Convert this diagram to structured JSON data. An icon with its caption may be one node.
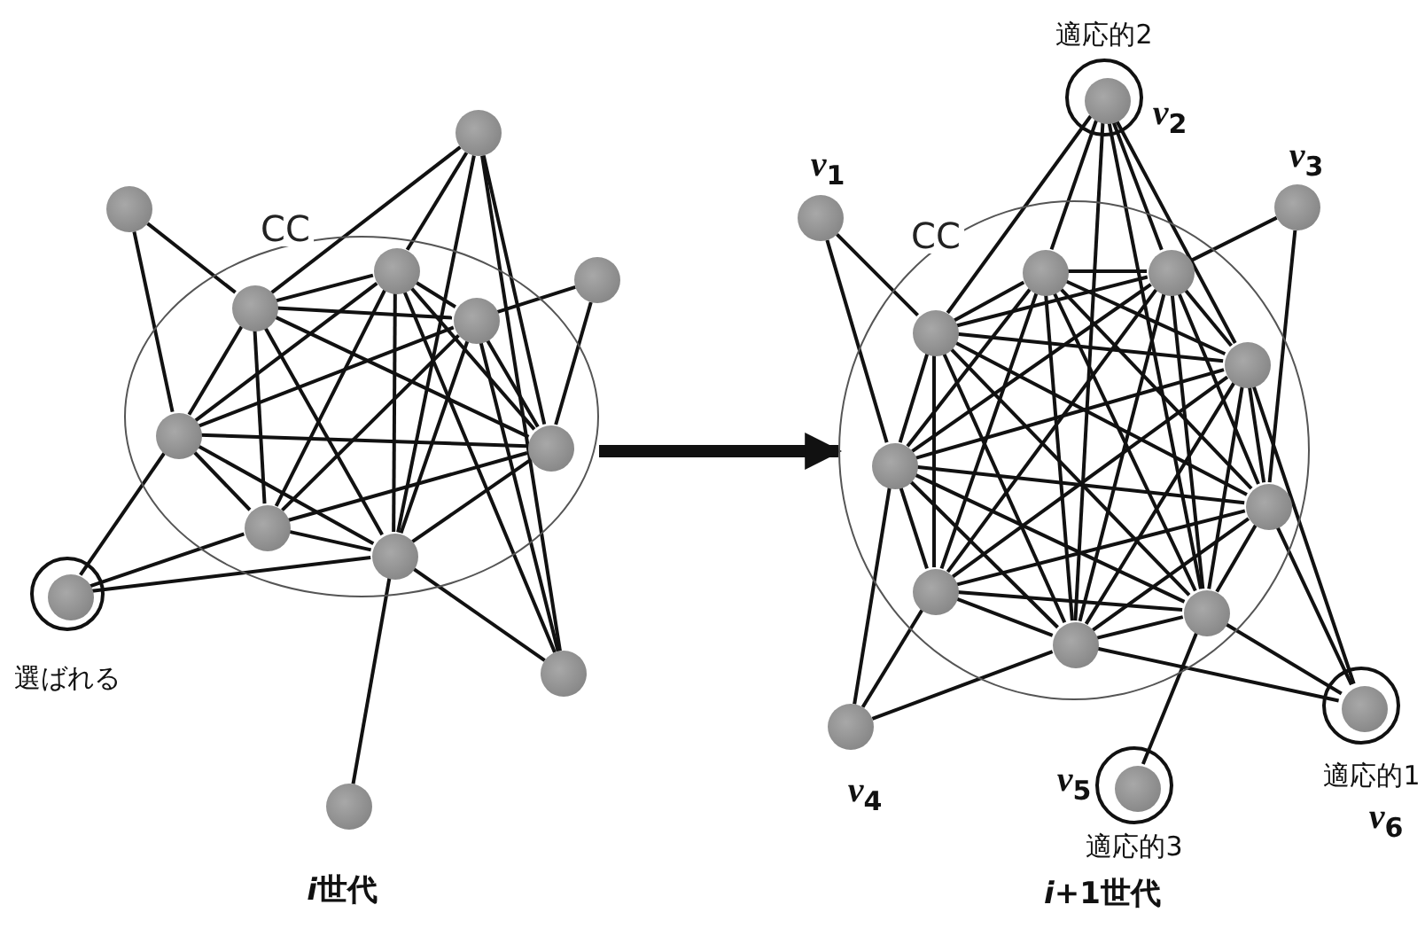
{
  "diagram": {
    "nodes": [
      {
        "text": [
          "CC"
        ]
      },
      {
        "text": [],
        "shape": "circle",
        "in": 0
      },
      {
        "text": [],
        "shape": "circle",
        "in": 0
      },
      {
        "text": [],
        "shape": "circle",
        "in": 0
      },
      {
        "text": [],
        "shape": "circle",
        "in": 0
      },
      {
        "text": [],
        "shape": "circle",
        "in": 0
      },
      {
        "text": [],
        "shape": "circle",
        "in": 0
      },
      {
        "text": [],
        "shape": "circle",
        "in": 0
      },
      {
        "text": [],
        "shape": "circle"
      },
      {
        "text": [],
        "shape": "circle"
      },
      {
        "text": [],
        "shape": "circle"
      },
      {
        "text": [],
        "shape": "circle",
        "beside": [
          "選ばれる"
        ]
      },
      {
        "text": [],
        "shape": "circle",
        "in": 11
      },
      {
        "text": [],
        "shape": "circle"
      },
      {
        "text": [],
        "shape": "circle"
      },
      {
        "text": [
          "CC"
        ]
      },
      {
        "text": [],
        "shape": "circle",
        "in": 15
      },
      {
        "text": [],
        "shape": "circle",
        "in": 15
      },
      {
        "text": [],
        "shape": "circle",
        "in": 15
      },
      {
        "text": [],
        "shape": "circle",
        "in": 15
      },
      {
        "text": [],
        "shape": "circle",
        "in": 15
      },
      {
        "text": [],
        "shape": "circle",
        "in": 15
      },
      {
        "text": [],
        "shape": "circle",
        "in": 15
      },
      {
        "text": [],
        "shape": "circle",
        "in": 15
      },
      {
        "text": [],
        "shape": "circle",
        "in": 15
      },
      {
        "text": [],
        "shape": "circle",
        "beside": [
          "v$_{1}$"
        ]
      },
      {
        "text": [],
        "shape": "circle",
        "beside": [
          "適応的2",
          "v$_{2}$"
        ]
      },
      {
        "text": [],
        "shape": "circle",
        "in": 26
      },
      {
        "text": [],
        "shape": "circle",
        "beside": [
          "v$_{3}$"
        ]
      },
      {
        "text": [],
        "shape": "circle",
        "beside": [
          "v$_{4}$"
        ]
      },
      {
        "text": [],
        "shape": "circle",
        "beside": [
          "v$_{5}$",
          "適応的3"
        ]
      },
      {
        "text": [],
        "shape": "circle",
        "in": 30
      },
      {
        "text": [],
        "shape": "circle",
        "beside": [
          "適応的1",
          "v$_{6}$"
        ]
      },
      {
        "text": [],
        "shape": "circle",
        "in": 32
      }
    ],
    "edges": [
      {
        "from": 0,
        "to": 15,
        "arrow": "to",
        "style": "thick"
      },
      {
        "from": 1,
        "to": 2,
        "arrow": "none"
      },
      {
        "from": 1,
        "to": 3,
        "arrow": "none"
      },
      {
        "from": 1,
        "to": 4,
        "arrow": "none"
      },
      {
        "from": 1,
        "to": 5,
        "arrow": "none"
      },
      {
        "from": 1,
        "to": 6,
        "arrow": "none"
      },
      {
        "from": 1,
        "to": 7,
        "arrow": "none"
      },
      {
        "from": 2,
        "to": 3,
        "arrow": "none"
      },
      {
        "from": 2,
        "to": 4,
        "arrow": "none"
      },
      {
        "from": 2,
        "to": 5,
        "arrow": "none"
      },
      {
        "from": 2,
        "to": 6,
        "arrow": "none"
      },
      {
        "from": 2,
        "to": 7,
        "arrow": "none"
      },
      {
        "from": 3,
        "to": 4,
        "arrow": "none"
      },
      {
        "from": 3,
        "to": 5,
        "arrow": "none"
      },
      {
        "from": 3,
        "to": 6,
        "arrow": "none"
      },
      {
        "from": 3,
        "to": 7,
        "arrow": "none"
      },
      {
        "from": 4,
        "to": 5,
        "arrow": "none"
      },
      {
        "from": 4,
        "to": 6,
        "arrow": "none"
      },
      {
        "from": 4,
        "to": 7,
        "arrow": "none"
      },
      {
        "from": 5,
        "to": 6,
        "arrow": "none"
      },
      {
        "from": 5,
        "to": 7,
        "arrow": "none"
      },
      {
        "from": 6,
        "to": 7,
        "arrow": "none"
      },
      {
        "from": 8,
        "to": 1,
        "arrow": "none"
      },
      {
        "from": 8,
        "to": 4,
        "arrow": "none"
      },
      {
        "from": 9,
        "to": 1,
        "arrow": "none"
      },
      {
        "from": 9,
        "to": 2,
        "arrow": "none"
      },
      {
        "from": 9,
        "to": 7,
        "arrow": "none"
      },
      {
        "from": 9,
        "to": 5,
        "arrow": "none"
      },
      {
        "from": 9,
        "to": 14,
        "arrow": "none"
      },
      {
        "from": 10,
        "to": 3,
        "arrow": "none"
      },
      {
        "from": 10,
        "to": 5,
        "arrow": "none"
      },
      {
        "from": 12,
        "to": 4,
        "arrow": "none"
      },
      {
        "from": 12,
        "to": 7,
        "arrow": "none"
      },
      {
        "from": 12,
        "to": 6,
        "arrow": "none"
      },
      {
        "from": 13,
        "to": 7,
        "arrow": "none"
      },
      {
        "from": 14,
        "to": 7,
        "arrow": "none"
      },
      {
        "from": 14,
        "to": 3,
        "arrow": "none"
      },
      {
        "from": 14,
        "to": 2,
        "arrow": "none"
      },
      {
        "from": 16,
        "to": 17,
        "arrow": "none"
      },
      {
        "from": 16,
        "to": 18,
        "arrow": "none"
      },
      {
        "from": 16,
        "to": 19,
        "arrow": "none"
      },
      {
        "from": 16,
        "to": 20,
        "arrow": "none"
      },
      {
        "from": 16,
        "to": 21,
        "arrow": "none"
      },
      {
        "from": 16,
        "to": 22,
        "arrow": "none"
      },
      {
        "from": 16,
        "to": 23,
        "arrow": "none"
      },
      {
        "from": 16,
        "to": 24,
        "arrow": "none"
      },
      {
        "from": 17,
        "to": 18,
        "arrow": "none"
      },
      {
        "from": 17,
        "to": 19,
        "arrow": "none"
      },
      {
        "from": 17,
        "to": 20,
        "arrow": "none"
      },
      {
        "from": 17,
        "to": 21,
        "arrow": "none"
      },
      {
        "from": 17,
        "to": 22,
        "arrow": "none"
      },
      {
        "from": 17,
        "to": 23,
        "arrow": "none"
      },
      {
        "from": 17,
        "to": 24,
        "arrow": "none"
      },
      {
        "from": 18,
        "to": 19,
        "arrow": "none"
      },
      {
        "from": 18,
        "to": 20,
        "arrow": "none"
      },
      {
        "from": 18,
        "to": 21,
        "arrow": "none"
      },
      {
        "from": 18,
        "to": 22,
        "arrow": "none"
      },
      {
        "from": 18,
        "to": 23,
        "arrow": "none"
      },
      {
        "from": 18,
        "to": 24,
        "arrow": "none"
      },
      {
        "from": 19,
        "to": 20,
        "arrow": "none"
      },
      {
        "from": 19,
        "to": 21,
        "arrow": "none"
      },
      {
        "from": 19,
        "to": 22,
        "arrow": "none"
      },
      {
        "from": 19,
        "to": 23,
        "arrow": "none"
      },
      {
        "from": 19,
        "to": 24,
        "arrow": "none"
      },
      {
        "from": 20,
        "to": 21,
        "arrow": "none"
      },
      {
        "from": 20,
        "to": 22,
        "arrow": "none"
      },
      {
        "from": 20,
        "to": 23,
        "arrow": "none"
      },
      {
        "from": 20,
        "to": 24,
        "arrow": "none"
      },
      {
        "from": 21,
        "to": 22,
        "arrow": "none"
      },
      {
        "from": 21,
        "to": 23,
        "arrow": "none"
      },
      {
        "from": 21,
        "to": 24,
        "arrow": "none"
      },
      {
        "from": 22,
        "to": 23,
        "arrow": "none"
      },
      {
        "from": 22,
        "to": 24,
        "arrow": "none"
      },
      {
        "from": 23,
        "to": 24,
        "arrow": "none"
      },
      {
        "from": 25,
        "to": 16,
        "arrow": "none"
      },
      {
        "from": 25,
        "to": 20,
        "arrow": "none"
      },
      {
        "from": 27,
        "to": 16,
        "arrow": "none"
      },
      {
        "from": 27,
        "to": 17,
        "arrow": "none"
      },
      {
        "from": 27,
        "to": 18,
        "arrow": "none"
      },
      {
        "from": 27,
        "to": 19,
        "arrow": "none"
      },
      {
        "from": 27,
        "to": 23,
        "arrow": "none"
      },
      {
        "from": 27,
        "to": 24,
        "arrow": "none"
      },
      {
        "from": 28,
        "to": 18,
        "arrow": "none"
      },
      {
        "from": 28,
        "to": 21,
        "arrow": "none"
      },
      {
        "from": 29,
        "to": 20,
        "arrow": "none"
      },
      {
        "from": 29,
        "to": 22,
        "arrow": "none"
      },
      {
        "from": 29,
        "to": 23,
        "arrow": "none"
      },
      {
        "from": 31,
        "to": 24,
        "arrow": "none"
      },
      {
        "from": 33,
        "to": 23,
        "arrow": "none"
      },
      {
        "from": 33,
        "to": 24,
        "arrow": "none"
      },
      {
        "from": 33,
        "to": 21,
        "arrow": "none"
      },
      {
        "from": 33,
        "to": 19,
        "arrow": "none"
      }
    ],
    "labels": [
      "i世代",
      "i+1世代"
    ]
  }
}
